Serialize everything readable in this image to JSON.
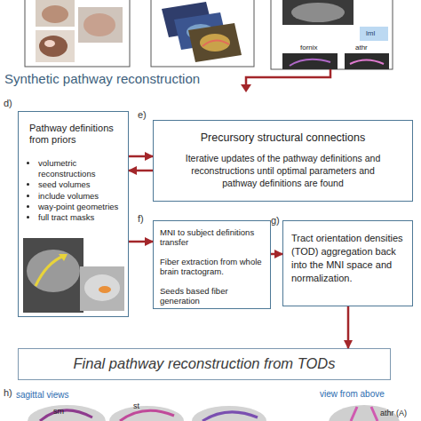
{
  "diagram": {
    "title": "Synthetic pathway reconstruction",
    "nodes": [
      {
        "text": [
          "Pathway definitions from priors",
          "volumetric reconstructions",
          "seed volumes",
          "include volumes",
          "way-point geometries",
          "full tract masks"
        ]
      },
      {
        "text": [
          "Precursory structural connections",
          "Iterative updates of the pathway definitions and reconstructions until optimal parameters and pathway definitions are found"
        ]
      },
      {
        "text": [
          "MNI to subject definitions transfer",
          "Fiber extraction from whole brain tractogram.",
          "Seeds based fiber generation"
        ]
      },
      {
        "text": [
          "Tract orientation densities (TOD) aggregation back into the MNI space and normalization."
        ]
      },
      {
        "text": [
          "Final pathway reconstruction from TODs"
        ]
      }
    ],
    "edges": [
      {
        "from": 0,
        "to": 1,
        "arrow": "to"
      },
      {
        "from": 1,
        "to": 0,
        "arrow": "to"
      },
      {
        "from": 0,
        "to": 2,
        "arrow": "to"
      },
      {
        "from": 2,
        "to": 3,
        "arrow": "to"
      },
      {
        "from": 3,
        "to": 4,
        "arrow": "to"
      }
    ],
    "labels": [
      "d)",
      "e)",
      "f)",
      "g)",
      "h)",
      "lml",
      "fornix",
      "athr",
      "sagittal views",
      "view from above",
      "sm",
      "st",
      "athr (A)"
    ]
  }
}
